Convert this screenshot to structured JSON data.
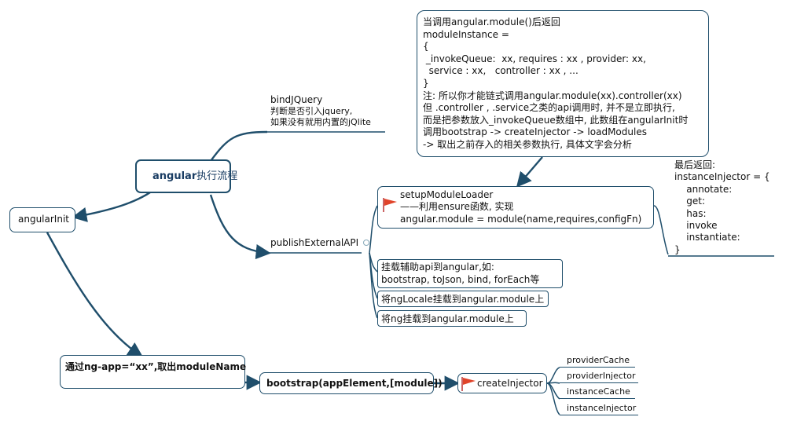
{
  "colors": {
    "line": "#1f4e6b",
    "flag": "#e0442a",
    "central_title": "#1a3d63"
  },
  "nodes": {
    "angular_init": "angularInit",
    "central": {
      "bold": "angular",
      "rest": "执行流程"
    },
    "bind_jquery": {
      "title": "bindJQuery",
      "line1": "判断是否引入jquery,",
      "line2": "如果没有就用内置的jQlite"
    },
    "publish_external_api": "publishExternalAPI",
    "top_note": {
      "lines": [
        "当调用angular.module()后返回",
        "moduleInstance =",
        "{",
        " _invokeQueue:  xx, requires : xx , provider: xx,",
        "  service : xx,   controller : xx , ...",
        "}",
        "注: 所以你才能链式调用angular.module(xx).controller(xx)",
        "但 .controller , .service之类的api调用时, 并不是立即执行,",
        "而是把参数放入_invokeQueue数组中, 此数组在angularInit时",
        "调用bootstrap -> createInjector -> loadModules",
        "-> 取出之前存入的相关参数执行, 具体文字会分析"
      ]
    },
    "setup_module_loader": {
      "title": "setupModuleLoader",
      "line1": "——利用ensure函数, 实现",
      "line2": "angular.module = module(name,requires,configFn)"
    },
    "final_return": {
      "lines": [
        "最后返回:",
        "instanceInjector = {",
        "    annotate:",
        "    get:",
        "    has:",
        "    invoke",
        "    instantiate:",
        "}"
      ]
    },
    "mount_helper": {
      "line1": "挂载辅助api到angular,如:",
      "line2": "bootstrap, toJson, bind, forEach等"
    },
    "mount_nglocale": "将ngLocale挂载到angular.module上",
    "mount_ng": "将ng挂载到angular.module上",
    "ng_app": "通过ng-app=“xx”,取出moduleName",
    "bootstrap": "bootstrap(appElement,[module])",
    "create_injector": "createInjector",
    "injector_children": [
      "providerCache",
      "providerInjector",
      "instanceCache",
      "instanceInjector"
    ]
  }
}
